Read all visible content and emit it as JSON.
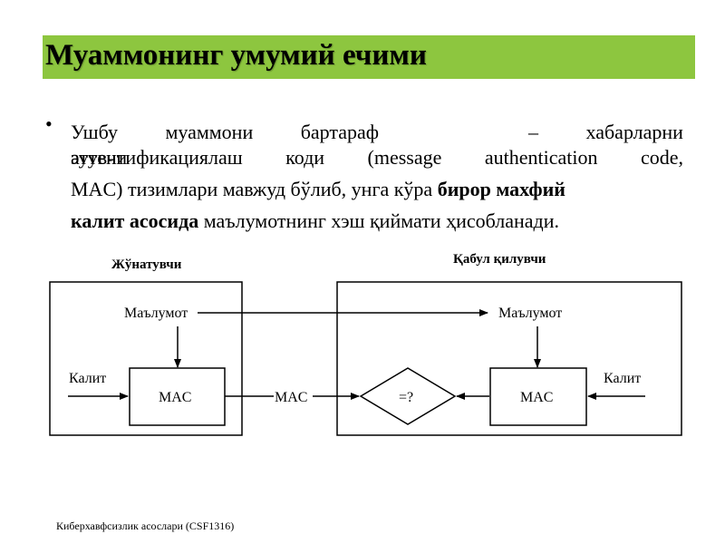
{
  "slide": {
    "title": "Муаммонинг умумий ечими",
    "bullet_symbol": "•",
    "paragraph": {
      "line1_words": [
        "Ушбу",
        "муаммони",
        "бартараф",
        "–",
        "хабарларни"
      ],
      "overlap_word": "этувчи",
      "line2_words": [
        "аутентификациялаш",
        "коди",
        "(message",
        "authentication",
        "code,"
      ],
      "line3_normal": "MAC) тизимлари мавжуд бўлиб, унга кўра ",
      "line3_bold": "бирор махфий",
      "line4_bold": "калит асосида",
      "line4_normal": " маълумотнинг хэш қиймати ҳисобланади."
    }
  },
  "diagram": {
    "sender_heading": "Жўнатувчи",
    "receiver_heading": "Қабул қилувчи",
    "sender_data_label": "Маълумот",
    "receiver_data_label": "Маълумот",
    "sender_key_label": "Калит",
    "receiver_key_label": "Калит",
    "sender_mac_box": "MAC",
    "receiver_mac_box": "MAC",
    "channel_mac_label": "MAC",
    "compare_label": "=?"
  },
  "footer": {
    "text": "Киберхавфсизлик асослари (CSF1316)"
  },
  "colors": {
    "title_bar": "#8dc63f",
    "text": "#000000",
    "background": "#ffffff"
  }
}
